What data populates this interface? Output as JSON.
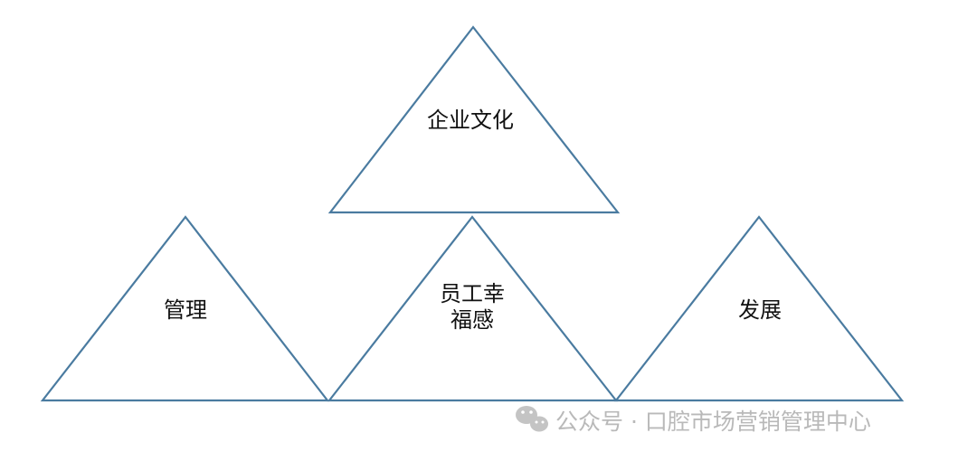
{
  "diagram": {
    "triangles": [
      {
        "id": "top",
        "label_lines": [
          "企业文化"
        ]
      },
      {
        "id": "left",
        "label_lines": [
          "管理"
        ]
      },
      {
        "id": "middle",
        "label_lines": [
          "员工幸",
          "福感"
        ]
      },
      {
        "id": "right",
        "label_lines": [
          "发展"
        ]
      }
    ]
  },
  "colors": {
    "triangle_stroke": "#4a7ba0",
    "triangle_fill": "#ffffff",
    "label_text": "#111111",
    "watermark": "#b9b9b9"
  },
  "watermark": {
    "icon": "wechat-icon",
    "text": "公众号 · 口腔市场营销管理中心"
  }
}
